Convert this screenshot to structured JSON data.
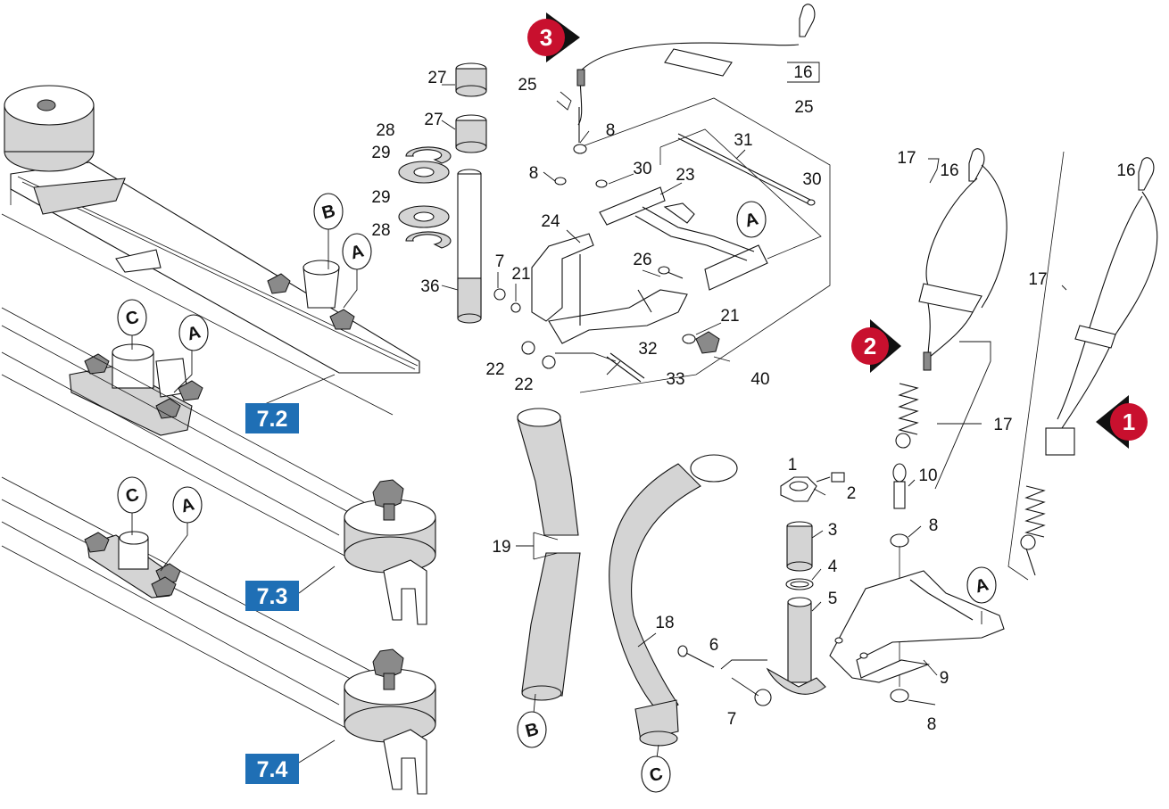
{
  "colors": {
    "badge_red": "#c8102e",
    "box_blue": "#1f6fb5",
    "line": "#111111",
    "part_fill": "#d4d4d4"
  },
  "badges": [
    "3",
    "2",
    "1"
  ],
  "section_boxes": [
    "7.2",
    "7.3",
    "7.4"
  ],
  "connection_callouts": [
    "A",
    "B",
    "C"
  ],
  "part_numbers": {
    "n1": "1",
    "n2": "2",
    "n3": "3",
    "n4": "4",
    "n5": "5",
    "n6": "6",
    "n7": "7",
    "n8": "8",
    "n9": "9",
    "n10": "10",
    "n16": "16",
    "n17": "17",
    "n18": "18",
    "n19": "19",
    "n21": "21",
    "n22": "22",
    "n23": "23",
    "n24": "24",
    "n25": "25",
    "n26": "26",
    "n27": "27",
    "n28": "28",
    "n29": "29",
    "n30": "30",
    "n31": "31",
    "n32": "32",
    "n33": "33",
    "n36": "36",
    "n40": "40"
  }
}
